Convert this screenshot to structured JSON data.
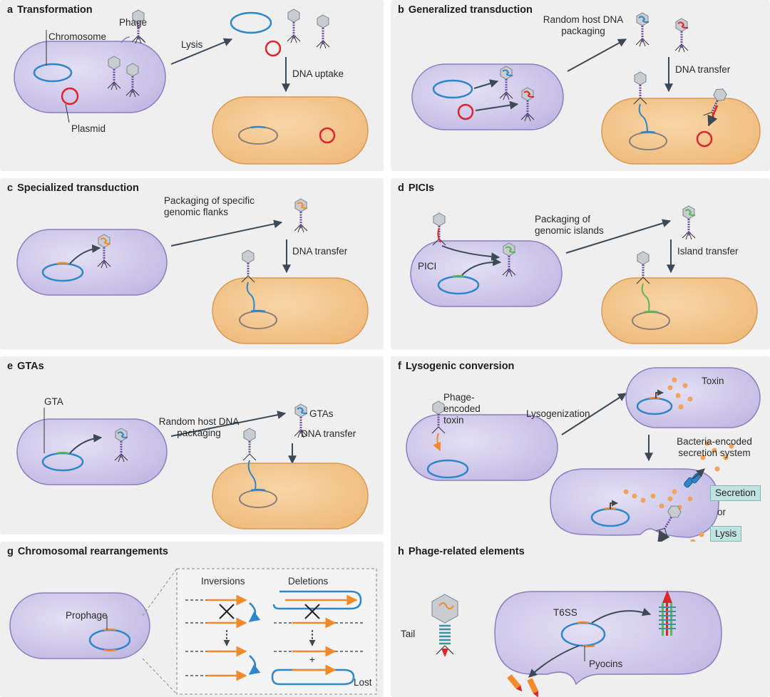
{
  "panels": {
    "a": {
      "letter": "a",
      "title": "Transformation",
      "phage": "Phage",
      "chromosome": "Chromosome",
      "plasmid": "Plasmid",
      "lysis": "Lysis",
      "dna_uptake": "DNA uptake"
    },
    "b": {
      "letter": "b",
      "title": "Generalized transduction",
      "random_1": "Random host DNA",
      "random_2": "packaging",
      "dna_transfer": "DNA transfer"
    },
    "c": {
      "letter": "c",
      "title": "Specialized transduction",
      "pack_1": "Packaging of specific",
      "pack_2": "genomic flanks",
      "dna_transfer": "DNA transfer"
    },
    "d": {
      "letter": "d",
      "title": "PICIs",
      "pack_1": "Packaging of",
      "pack_2": "genomic islands",
      "pici": "PICI",
      "island_transfer": "Island transfer"
    },
    "e": {
      "letter": "e",
      "title": "GTAs",
      "gta": "GTA",
      "random_1": "Random host DNA",
      "random_2": "packaging",
      "gtas": "GTAs",
      "dna_transfer": "DNA transfer"
    },
    "f": {
      "letter": "f",
      "title": "Lysogenic conversion",
      "phage_1": "Phage-",
      "phage_2": "encoded",
      "phage_3": "toxin",
      "lysogenization": "Lysogenization",
      "toxin": "Toxin",
      "bact_1": "Bacteria-encoded",
      "bact_2": "secretion system",
      "secretion": "Secretion",
      "or": "or",
      "lysis": "Lysis"
    },
    "g": {
      "letter": "g",
      "title": "Chromosomal rearrangements",
      "prophage": "Prophage",
      "inversions": "Inversions",
      "deletions": "Deletions",
      "plus": "+",
      "lost": "Lost"
    },
    "h": {
      "letter": "h",
      "title": "Phage-related elements",
      "tail": "Tail",
      "t6ss": "T6SS",
      "pyocins": "Pyocins"
    }
  },
  "colors": {
    "panel_bg": "#efeff0",
    "donor_cell": "#cfc9ea",
    "recipient_cell": "#f2c48f",
    "chromosome": "#2f86c8",
    "plasmid": "#e0242b",
    "phage": "#6b4fa0",
    "orange_dna": "#f18a2a",
    "green_dna": "#5db65a",
    "box": "#bfe3e0"
  }
}
